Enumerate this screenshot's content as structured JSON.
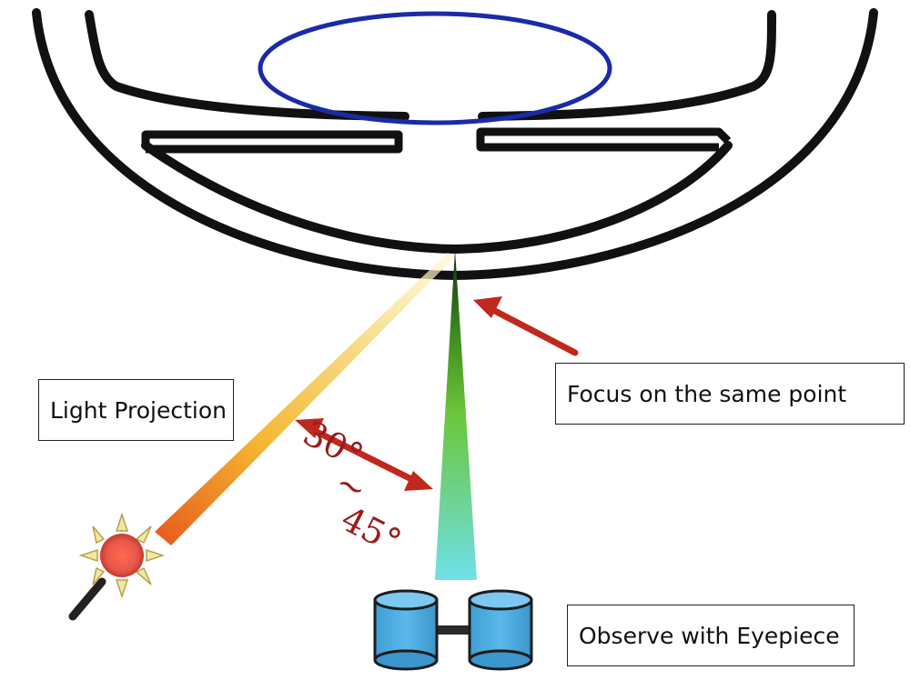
{
  "labels": {
    "light_projection": "Light Projection",
    "focus_point": "Focus on the same point",
    "observe": "Observe with Eyepiece"
  },
  "angle": {
    "from": "30°",
    "separator": "~",
    "to": "45°"
  },
  "colors": {
    "outline": "#111111",
    "iris_ring": "#1b2aa8",
    "arrow": "#c0281e",
    "angle_text": "#9b1b1b",
    "eyepiece": "#4aa8dc"
  },
  "icons": {
    "light_source": "sun-lamp-icon",
    "eyepiece": "binocular-eyepiece-icon"
  }
}
